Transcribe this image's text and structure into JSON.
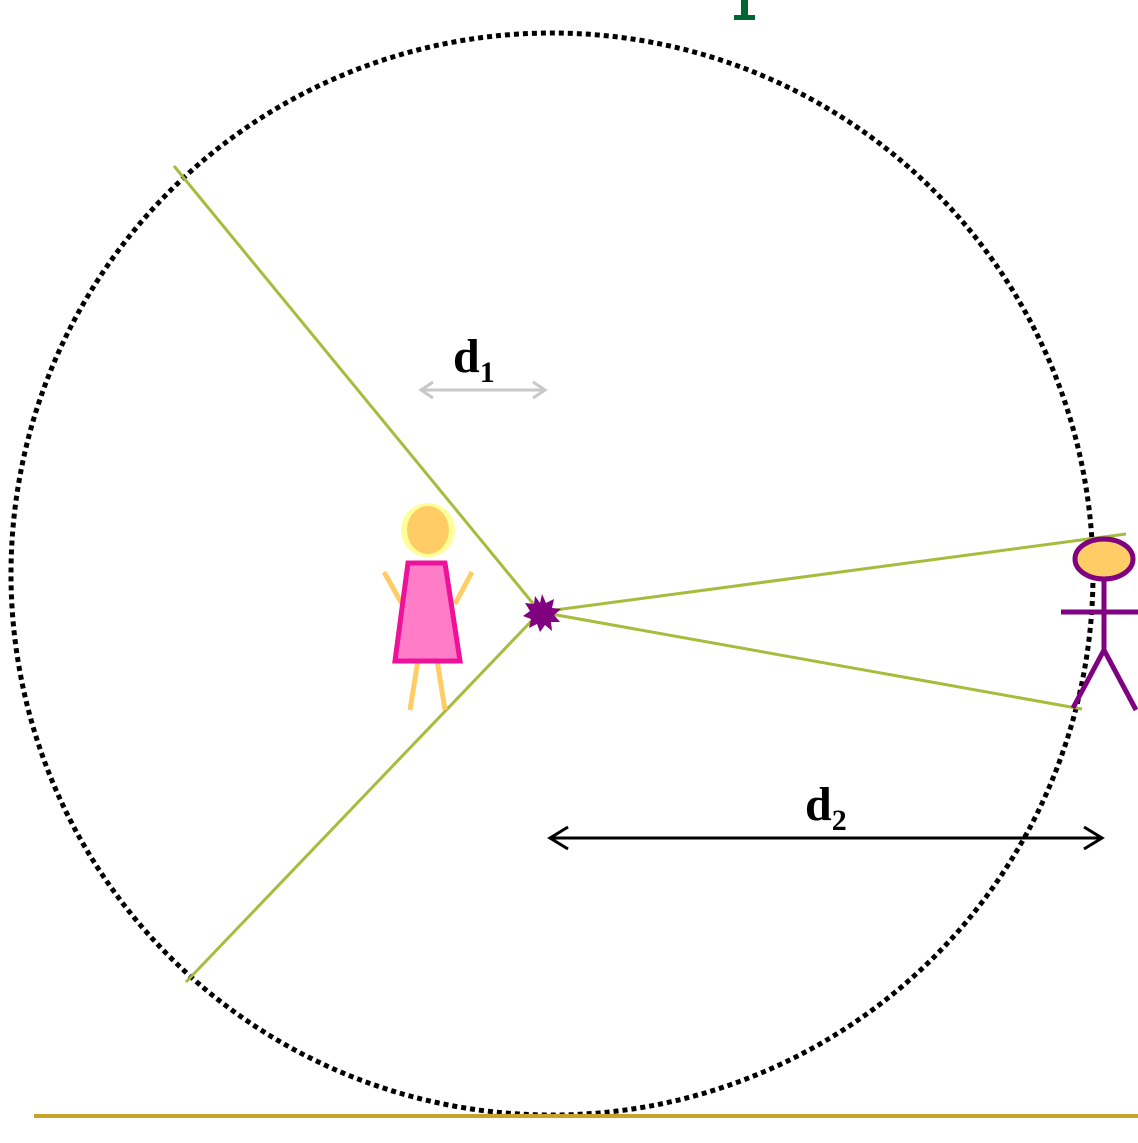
{
  "labels": {
    "d1_main": "d",
    "d1_sub": "1",
    "d2_main": "d",
    "d2_sub": "2"
  },
  "colors": {
    "boundary_circle": "#000000",
    "ray_lines": "#a6bc3c",
    "ground_line": "#c9a227",
    "d1_arrow": "#c8c8c8",
    "d2_arrow": "#000000",
    "girl_head": "#ffcc66",
    "girl_head_glow": "#ffff99",
    "girl_dress_fill": "#ff7dc8",
    "girl_dress_stroke": "#ee1199",
    "girl_limbs": "#ffcc66",
    "boy_head_fill": "#ffcc66",
    "boy_stroke": "#7f0080",
    "source_burst": "#800080",
    "top_marker": "#006633"
  },
  "icons": {
    "girl": "girl-figure-icon",
    "boy": "stick-figure-icon",
    "source": "starburst-icon"
  }
}
